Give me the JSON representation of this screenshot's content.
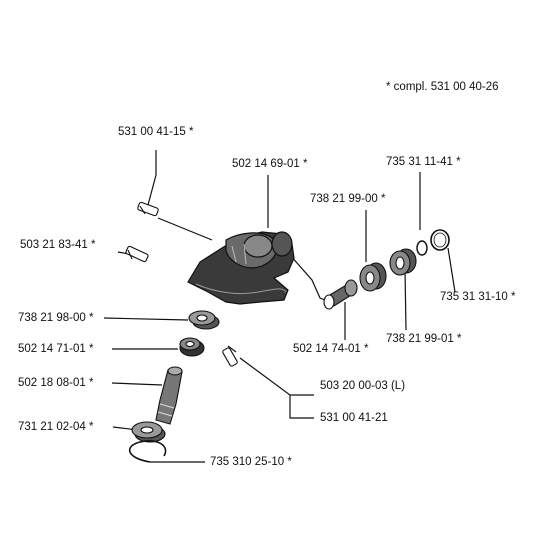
{
  "note": "*  compl. 531 00 40-26",
  "labels": {
    "p1": "531 00 41-15  *",
    "p2": "502 14 69-01  *",
    "p3": "735 31 11-41  *",
    "p4": "738 21 99-00  *",
    "p5": "503 21 83-41  *",
    "p6": "735 31 31-10  *",
    "p7": "738 21 98-00 *",
    "p8": "502 14 71-01  *",
    "p9": "502 14 74-01  *",
    "p10": "738 21 99-01  *",
    "p11": "502 18 08-01  *",
    "p12": "503 20 00-03 (L)",
    "p13": "531 00 41-21",
    "p14": "731 21 02-04  *",
    "p15": "735 310 25-10  *"
  }
}
